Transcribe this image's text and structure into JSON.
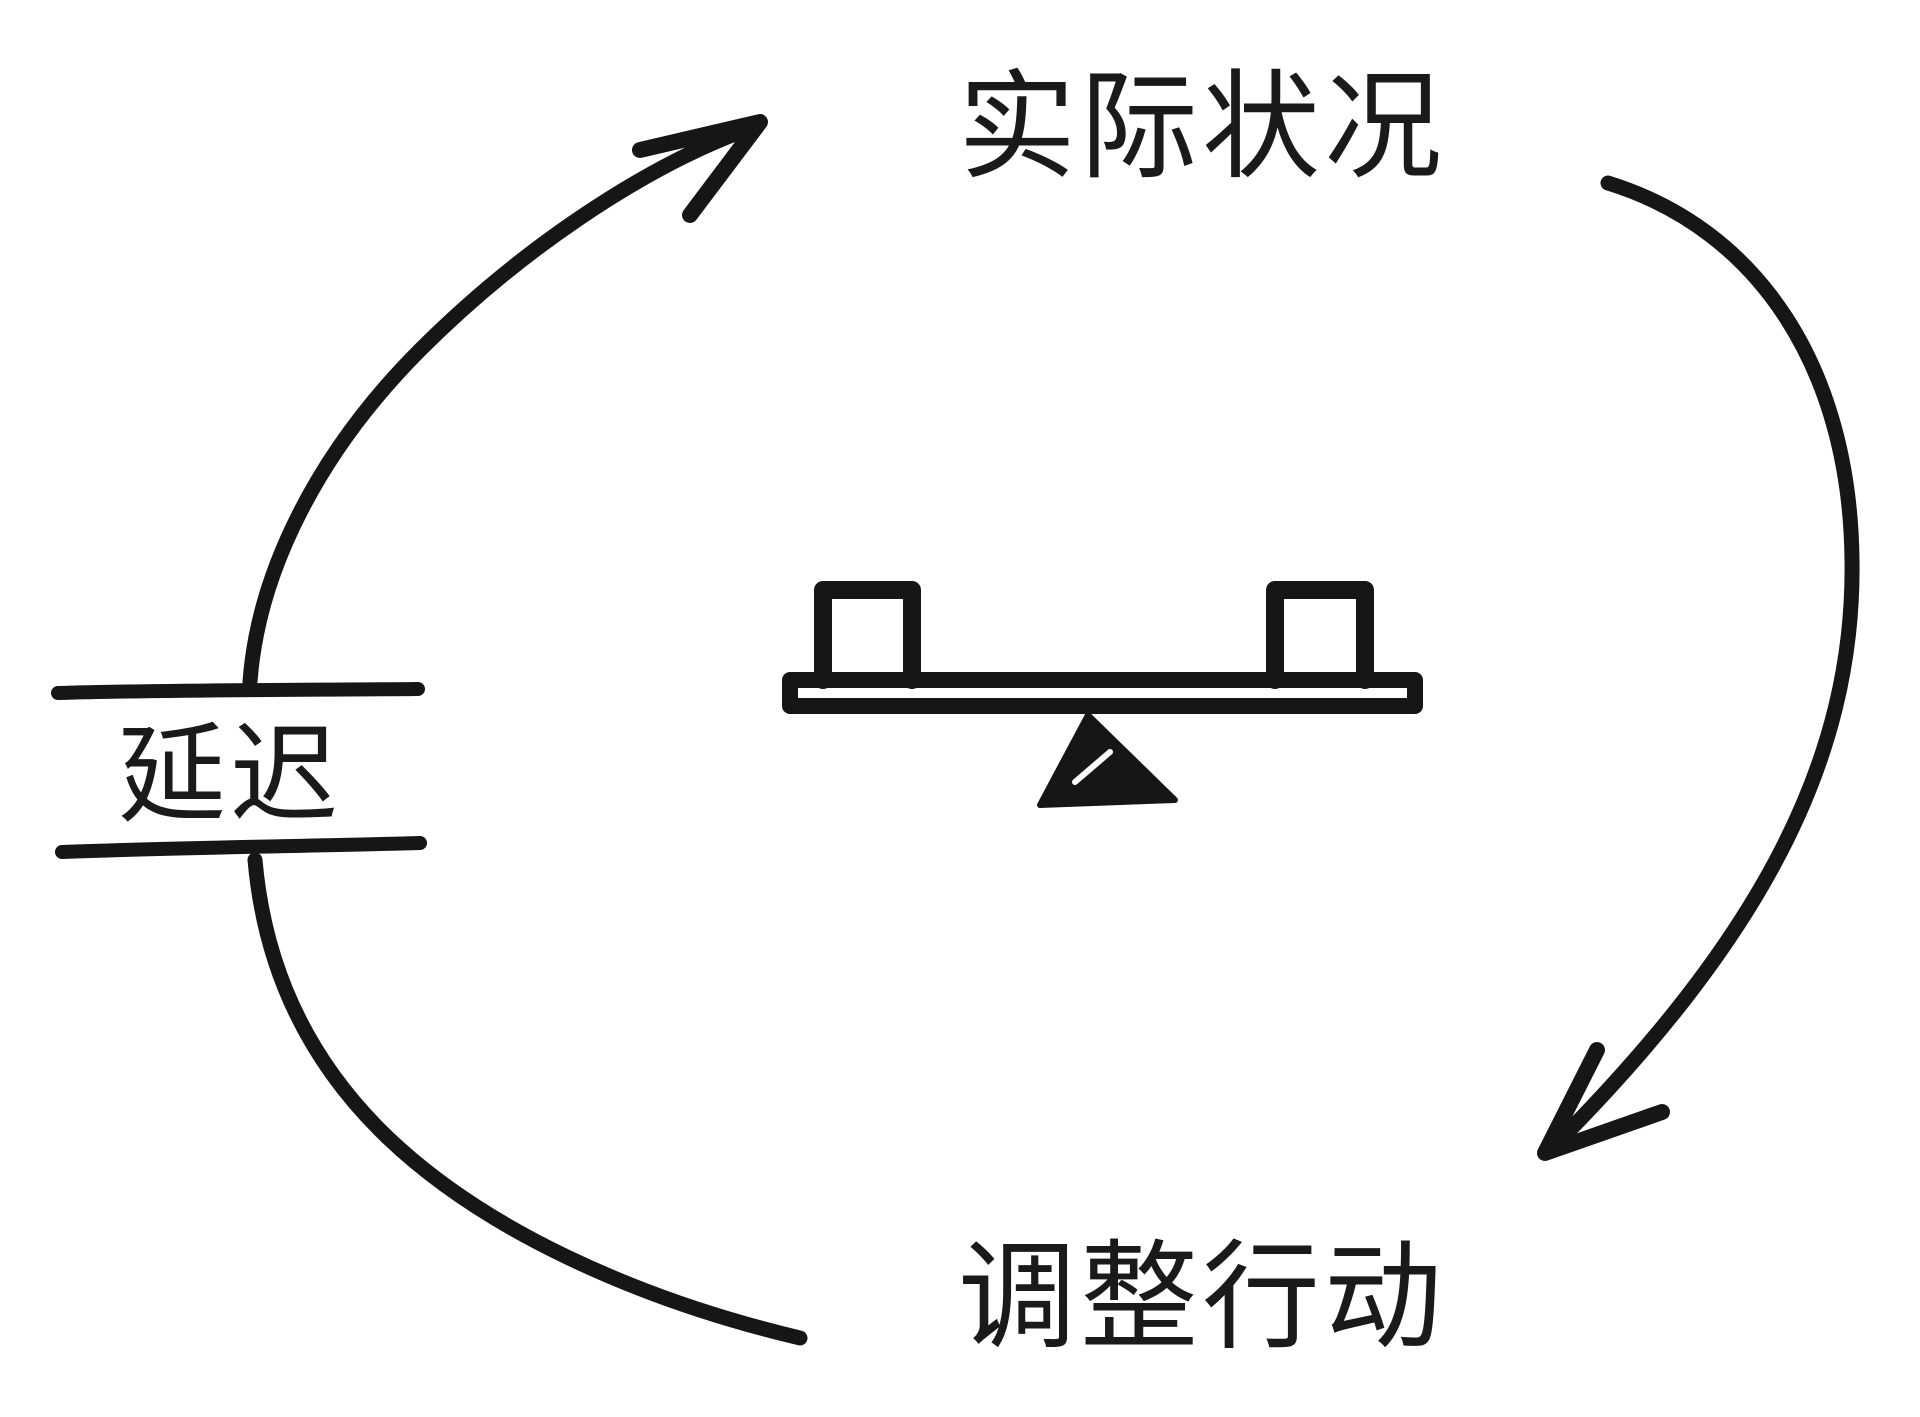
{
  "diagram": {
    "nodes": {
      "top": {
        "label": "实际状况"
      },
      "bottom": {
        "label": "调整行动"
      },
      "delay": {
        "label": "延迟"
      }
    },
    "icons": {
      "center": "balance-scale-icon"
    },
    "colors": {
      "ink": "#161616",
      "background": "#ffffff"
    }
  }
}
